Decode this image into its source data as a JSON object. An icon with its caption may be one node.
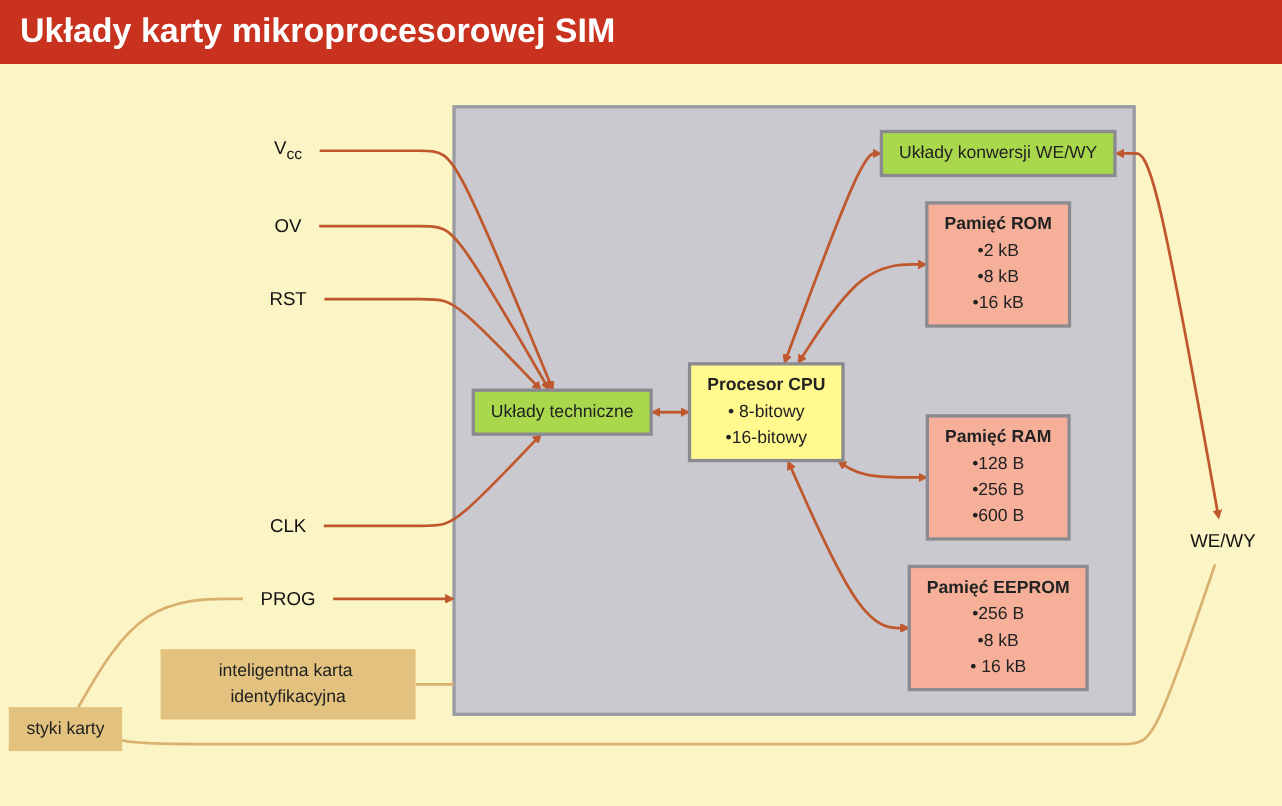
{
  "diagram": {
    "title": "Układy karty mikroprocesorowej SIM",
    "nodes": [
      {
        "text": [],
        "shape": "box"
      },
      {
        "text": [
          "Układy techniczne"
        ],
        "in": 0
      },
      {
        "text": [
          "Procesor CPU",
          "• 8-bitowy",
          "•16-bitowy"
        ],
        "in": 0
      },
      {
        "text": [
          "Układy konwersji WE/WY"
        ],
        "in": 0
      },
      {
        "text": [
          "Pamięć ROM",
          "•2 kB",
          "•8 kB",
          "•16 kB"
        ],
        "in": 0
      },
      {
        "text": [
          "Pamięć RAM",
          "•128 B",
          "•256 B",
          "•600 B"
        ],
        "in": 0
      },
      {
        "text": [
          "Pamięć EEPROM",
          "•256 B",
          "•8 kB",
          "• 16 kB"
        ],
        "in": 0
      },
      {
        "text": [
          "V$_{cc}$"
        ]
      },
      {
        "text": [
          "OV"
        ]
      },
      {
        "text": [
          "RST"
        ]
      },
      {
        "text": [
          "CLK"
        ]
      },
      {
        "text": [
          "WE/WY"
        ]
      },
      {
        "text": [
          "PROG"
        ]
      },
      {
        "text": [
          "styki karty"
        ]
      },
      {
        "text": [
          "inteligentna karta identyfikacyjna"
        ]
      }
    ],
    "edges": [
      {
        "from": 7,
        "to": 1,
        "arrow": "to"
      },
      {
        "from": 8,
        "to": 1,
        "arrow": "to"
      },
      {
        "from": 9,
        "to": 1,
        "arrow": "to"
      },
      {
        "from": 10,
        "to": 1,
        "arrow": "to"
      },
      {
        "from": 1,
        "to": 2,
        "arrow": "both"
      },
      {
        "from": 2,
        "to": 3,
        "arrow": "both"
      },
      {
        "from": 3,
        "to": 11,
        "arrow": "both"
      },
      {
        "from": 2,
        "to": 4,
        "arrow": "both"
      },
      {
        "from": 2,
        "to": 5,
        "arrow": "both"
      },
      {
        "from": 2,
        "to": 6,
        "arrow": "both"
      },
      {
        "from": 12,
        "to": 0,
        "arrow": "to"
      },
      {
        "from": 13,
        "to": 11,
        "arrow": "none",
        "color": "#d9b070"
      },
      {
        "from": 13,
        "to": 12,
        "arrow": "none",
        "color": "#d9b070"
      },
      {
        "from": 14,
        "to": 0,
        "arrow": "none",
        "color": "#d9b070"
      }
    ]
  }
}
